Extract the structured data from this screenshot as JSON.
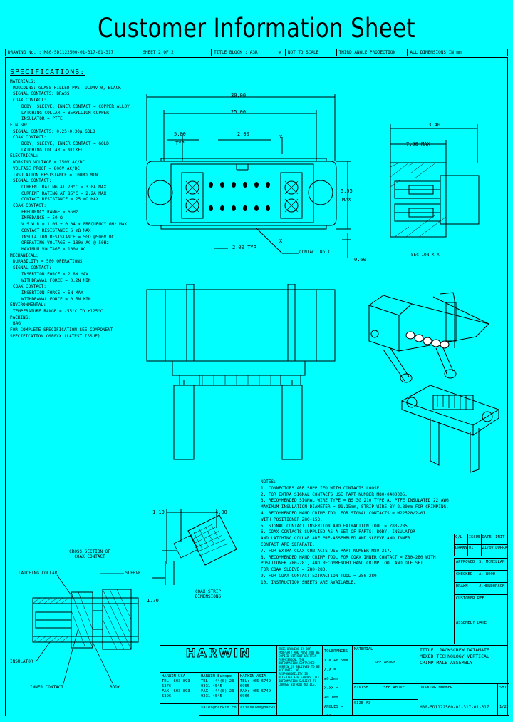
{
  "title": "Customer Information Sheet",
  "header": {
    "drawing_no": "DRAWING No. : M80-5D1122500-01-317-01-317",
    "sheet": "SHEET 2 OF 2",
    "title_block": "TITLE BLOCK : A3R",
    "proj_icon": "⊕",
    "scale": "NOT TO SCALE",
    "projection": "THIRD ANGLE PROJECTION",
    "units": "ALL DIMENSIONS IN mm"
  },
  "specs": {
    "heading": "SPECIFICATIONS:",
    "lines": [
      {
        "lvl": 0,
        "t": "MATERIALS:"
      },
      {
        "lvl": 1,
        "t": "MOULDING: GLASS FILLED PPS, UL94V-0, BLACK"
      },
      {
        "lvl": 1,
        "t": "SIGNAL CONTACTS: BRASS"
      },
      {
        "lvl": 1,
        "t": "COAX CONTACT:"
      },
      {
        "lvl": 2,
        "t": "BODY, SLEEVE, INNER CONTACT = COPPER ALLOY"
      },
      {
        "lvl": 2,
        "t": "LATCHING COLLAR = BERYLLIUM COPPER"
      },
      {
        "lvl": 2,
        "t": "INSULATOR = PTFE"
      },
      {
        "lvl": 0,
        "t": "FINISH:"
      },
      {
        "lvl": 1,
        "t": "SIGNAL CONTACTS: 0.25-0.30μ GOLD"
      },
      {
        "lvl": 1,
        "t": "COAX CONTACT:"
      },
      {
        "lvl": 2,
        "t": "BODY, SLEEVE, INNER CONTACT = GOLD"
      },
      {
        "lvl": 2,
        "t": "LATCHING COLLAR = NICKEL"
      },
      {
        "lvl": 0,
        "t": "ELECTRICAL:"
      },
      {
        "lvl": 1,
        "t": "WORKING VOLTAGE = 150V AC/DC"
      },
      {
        "lvl": 1,
        "t": "VOLTAGE PROOF = 800V AC/DC"
      },
      {
        "lvl": 1,
        "t": "INSULATION RESISTANCE = 100MΩ MIN"
      },
      {
        "lvl": 1,
        "t": "SIGNAL CONTACT:"
      },
      {
        "lvl": 2,
        "t": "CURRENT RATING AT 20°C = 3.0A MAX"
      },
      {
        "lvl": 2,
        "t": "CURRENT RATING AT 85°C = 2.2A MAX"
      },
      {
        "lvl": 2,
        "t": "CONTACT RESISTANCE = 25 mΩ MAX"
      },
      {
        "lvl": 1,
        "t": "COAX CONTACT:"
      },
      {
        "lvl": 2,
        "t": "FREQUENCY RANGE = 6GHz"
      },
      {
        "lvl": 2,
        "t": "IMPEDANCE = 50 Ω"
      },
      {
        "lvl": 2,
        "t": "V.S.W.R = 1.05 + 0.04 x FREQUENCY GHz MAX"
      },
      {
        "lvl": 2,
        "t": "CONTACT RESISTANCE 6 mΩ MAX"
      },
      {
        "lvl": 2,
        "t": " "
      },
      {
        "lvl": 2,
        "t": "INSULATION RESISTANCE = 5GΩ @500V DC"
      },
      {
        "lvl": 2,
        "t": "OPERATING VOLTAGE = 180V AC @ 50Hz"
      },
      {
        "lvl": 2,
        "t": "MAXIMUM VOLTAGE = 100V AC"
      },
      {
        "lvl": 0,
        "t": "MECHANICAL:"
      },
      {
        "lvl": 1,
        "t": "DURABILITY = 500 OPERATIONS"
      },
      {
        "lvl": 1,
        "t": "SIGNAL CONTACT:"
      },
      {
        "lvl": 2,
        "t": "INSERTION FORCE = 2.8N MAX"
      },
      {
        "lvl": 2,
        "t": "WITHDRAWAL FORCE = 0.2N MIN"
      },
      {
        "lvl": 1,
        "t": "COAX CONTACT:"
      },
      {
        "lvl": 2,
        "t": "INSERTION FORCE = 5N MAX"
      },
      {
        "lvl": 2,
        "t": "WITHDRAWAL FORCE = 0.5N MIN"
      },
      {
        "lvl": 0,
        "t": "ENVIRONMENTAL:"
      },
      {
        "lvl": 1,
        "t": "TEMPERATURE RANGE = -55°C TO +125°C"
      },
      {
        "lvl": 0,
        "t": "PACKING:"
      },
      {
        "lvl": 1,
        "t": "BAG"
      },
      {
        "lvl": 0,
        "t": "FOR COMPLETE SPECIFICATION SEE COMPONENT"
      },
      {
        "lvl": 0,
        "t": "SPECIFICATION C080XX (LATEST ISSUE)"
      }
    ]
  },
  "notes": {
    "heading": "NOTES:",
    "lines": [
      "1.  CONNECTORS ARE SUPPLIED WITH CONTACTS LOOSE.",
      "2.  FOR EXTRA SIGNAL CONTACTS USE PART NUMBER M80-0400005.",
      "3.  RECOMMENDED SIGNAL WIRE TYPE = BS 3G 210 TYPE A, PTFE INSULATED 22 AWG",
      "      MAXIMUM INSULATION DIAMETER = Ø1.15mm, STRIP WIRE BY 2.80mm FOR CRIMPING.",
      "4.  RECOMMENDED HAND CRIMP TOOL FOR SIGNAL CONTACTS = M22520/2-01",
      "      WITH POSITIONER Z80-153.",
      "5.  SIGNAL CONTACT INSERTION AND EXTRACTION TOOL = Z80-285.",
      "6.  COAX CONTACTS SUPPLIED AS A SET OF PARTS: BODY, INSULATOR",
      "      AND LATCHING COLLAR ARE PRE-ASSEMBLED AND SLEEVE AND INNER",
      "      CONTACT ARE SEPARATE.",
      "7.  FOR EXTRA COAX CONTACTS USE PART NUMBER M80-317.",
      "8.  RECOMMENDED HAND CRIMP TOOL FOR COAX INNER CONTACT = Z80-280 WITH",
      "      POSITIONER Z80-281, AND RECOMMENDED HAND CRIMP TOOL AND DIE SET",
      "      FOR COAX SLEEVE = Z80-283.",
      "9.  FOR COAX CONTACT EXTRACTION TOOL = Z80-280.",
      "10. INSTRUCTION SHEETS ARE AVAILABLE."
    ]
  },
  "dims": {
    "d3000": "30.00",
    "d2500": "25.00",
    "d500": "5.00",
    "d200": "2.00",
    "typ": "TYP",
    "d200typ": "2.00 TYP",
    "contact_no": "CONTACT No.1",
    "d060": "0.60",
    "d555": "5.55",
    "max": "MAX",
    "section": "SECTION X-X",
    "d1340": "13.40",
    "d790": "7.90 MAX",
    "d110": "1.10",
    "d400": "4.00",
    "d170": "1.70",
    "coax_strip": "COAX STRIP DIMENSIONS",
    "cross_section": "CROSS SECTION OF COAX CONTACT",
    "latching_collar": "LATCHING COLLAR",
    "sleeve": "SLEEVE",
    "insulator": "INSULATOR",
    "inner_contact": "INNER CONTACT",
    "body": "BODY",
    "x": "X"
  },
  "revision": {
    "row1": [
      "C/L",
      "ISSUE",
      "DATE",
      "INIT"
    ],
    "row2": [
      "DRAWN",
      "01",
      "21/07/09",
      "DOPRAY"
    ]
  },
  "approvals": [
    {
      "k": "APPROVED",
      "v": "S. MCMILLAN"
    },
    {
      "k": "CHECKED",
      "v": "A. WOOD"
    },
    {
      "k": "DRAWN",
      "v": "J.HENDERSON"
    },
    {
      "k": "CUSTOMER REF.",
      "v": ""
    },
    {
      "k": "ASSEMBLY DATE",
      "v": ""
    }
  ],
  "titleblock": {
    "logo": "HARWIN",
    "usa": "HARWIN USA\nTEL: 603 893 5376\nFAX: 603 893 5396",
    "europe": "HARWIN Europe\nTEL: +44(0) 23 9231 4545\nFAX: +44(0) 23 9231 4545",
    "asia": "HARWIN ASIA\nTEL: +65 6749 0955\nFAX: +65 6749 0966",
    "email": "sales@harwin.co.uk",
    "email2": "asiasales@harwin.com.sg",
    "copyright": "THIS DRAWING IS OUR PROPERTY AND MUST NOT BE COPIED WITHOUT WRITTEN PERMISSION. THE INFORMATION CONTAINED HEREIN IS BELIEVED TO BE ACCURATE. NO RESPONSIBILITY IS ACCEPTED FOR ERRORS. ALL INFORMATION SUBJECT TO CHANGE WITHOUT NOTICE.",
    "tolerances": "TOLERANCES\nX = ±0.5mm\nX.X = ±0.2mm\nX.XX = ±0.1mm\nANGLES = ±2°\nUNLESS STATED",
    "material": "MATERIAL",
    "material_v": "SEE ABOVE",
    "finish": "FINISH",
    "finish_v": "SEE ABOVE",
    "size": "SIZE A3",
    "title": "TITLE:  JACKSCREW DATAMATE\nMIXED TECHNOLOGY VERTICAL\nCRIMP MALE ASSEMBLY",
    "drawing_number_label": "DRAWING NUMBER",
    "drawing_number": "M80-5D1122500-01-317-01-317",
    "sheet_label": "SHT",
    "sheet": "1/2"
  }
}
